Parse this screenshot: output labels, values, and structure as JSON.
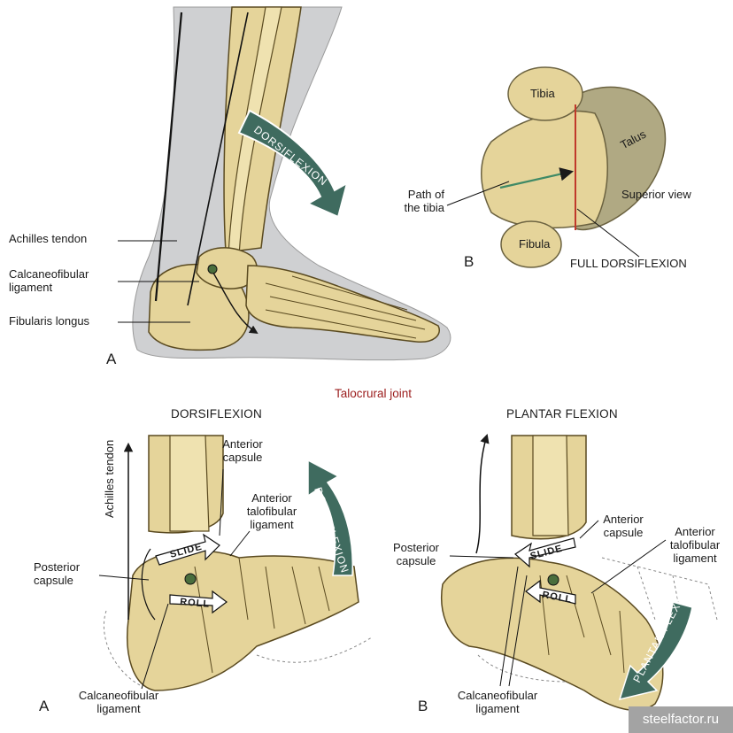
{
  "top_left": {
    "arrow": "DORSIFLEXION",
    "labels": {
      "achilles": "Achilles tendon",
      "calcaneofibular": "Calcaneofibular\nligament",
      "fibularis": "Fibularis longus"
    },
    "panel": "A"
  },
  "top_right": {
    "tibia": "Tibia",
    "talus": "Talus",
    "fibula": "Fibula",
    "path": "Path of\nthe tibia",
    "superior": "Superior view",
    "full": "FULL DORSIFLEXION",
    "panel": "B"
  },
  "center_title": "Talocrural joint",
  "bottom_left": {
    "title": "DORSIFLEXION",
    "achilles": "Achilles tendon",
    "ant_capsule": "Anterior\ncapsule",
    "ant_talofib": "Anterior\ntalofibular\nligament",
    "post_capsule": "Posterior\ncapsule",
    "calcaneofib": "Calcaneofibular\nligament",
    "slide": "SLIDE",
    "roll": "ROLL",
    "arrow": "DORSIFLEXION",
    "panel": "A"
  },
  "bottom_right": {
    "title": "PLANTAR FLEXION",
    "post_capsule": "Posterior\ncapsule",
    "ant_capsule": "Anterior\ncapsule",
    "ant_talofib": "Anterior\ntalofibular\nligament",
    "calcaneofib": "Calcaneofibular\nligament",
    "slide": "SLIDE",
    "roll": "ROLL",
    "arrow": "PLANTAR FLEXION",
    "panel": "B"
  },
  "watermark": "steelfactor.ru",
  "colors": {
    "bone": "#e5d49a",
    "bone_dark": "#c9b26b",
    "skin": "#cfd0d2",
    "arrow_green": "#3f6b5f",
    "talus_shadow": "#b0a983",
    "red_line": "#c0392b"
  }
}
